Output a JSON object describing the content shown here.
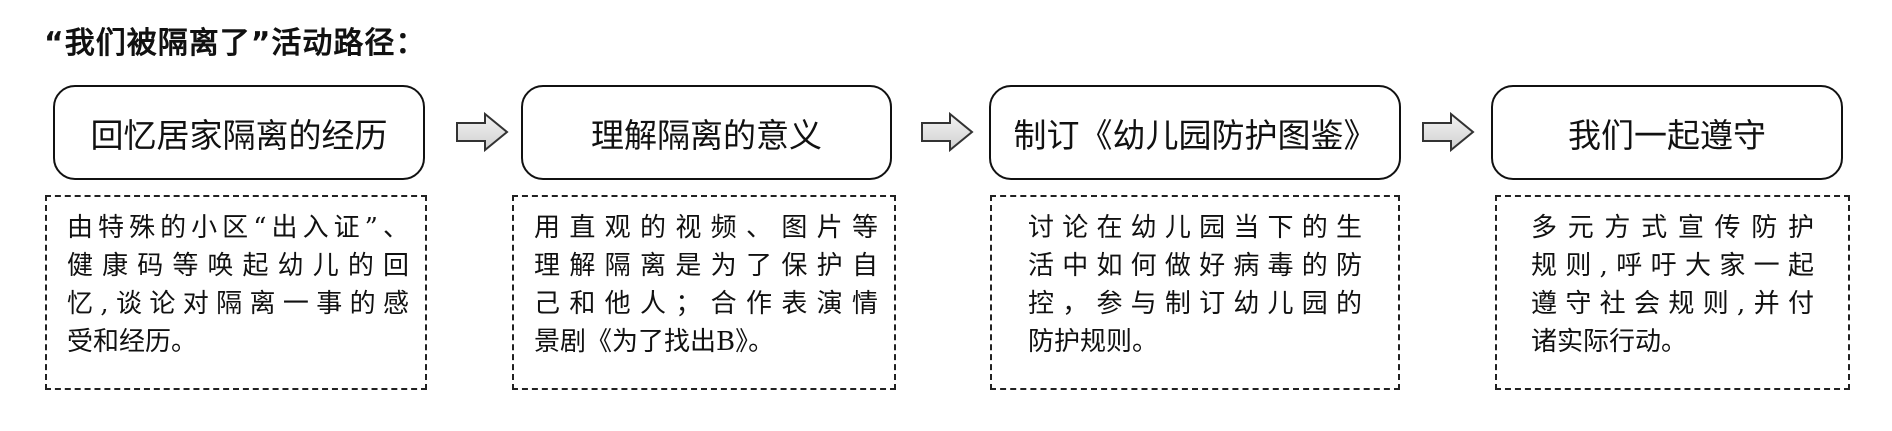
{
  "title": "“我们被隔离了”活动路径：",
  "steps": [
    {
      "label": "回忆居家隔离的经历",
      "desc_lines": [
        "由特殊的小区“出入证”、",
        "健康码等唤起幼儿的回",
        "忆,谈论对隔离一事的感",
        "受和经历。"
      ]
    },
    {
      "label": "理解隔离的意义",
      "desc_lines": [
        "用直观的视频、图片等",
        "理解隔离是为了保护自",
        "己和他人；合作表演情",
        "景剧《为了找出B》。"
      ]
    },
    {
      "label": "制订《幼儿园防护图鉴》",
      "desc_lines": [
        "讨论在幼儿园当下的生",
        "活中如何做好病毒的防",
        "控，参与制订幼儿园的",
        "防护规则。"
      ]
    },
    {
      "label": "我们一起遵守",
      "desc_lines": [
        "多元方式宣传防护",
        "规则,呼吁大家一起",
        "遵守社会规则,并付",
        "诸实际行动。"
      ]
    }
  ]
}
